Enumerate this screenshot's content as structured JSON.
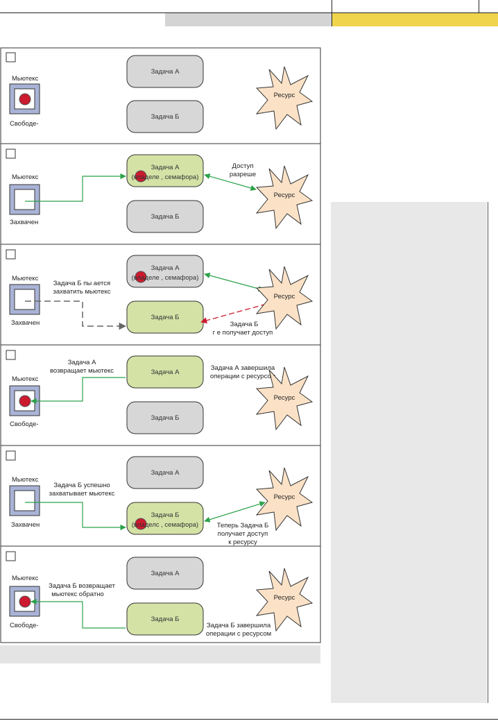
{
  "labels": {
    "mutex": "Мьютекс",
    "free": "Свободе-",
    "captured": "Захвачен",
    "captured_short": "Захвачен",
    "task_a": "Задача А",
    "task_a_gray": "Задача А",
    "task_b": "Задача Б",
    "task_b_gray": "Задача Б",
    "resource": "Ресурс",
    "task_a_captured": "Задача А",
    "task_b_captured": "Задача Б",
    "owner_note": "(владеле , семафора)",
    "owner_note_b": "(владелс , семафора)"
  },
  "annotations": {
    "p2_access": "Доступ",
    "p2_granted": "разреше",
    "p3_try1": "Задача Б пы ается",
    "p3_try2": "захватить мьютекс",
    "p3_noaccess1": "Задача Б",
    "p3_noaccess2": "г е получает доступ",
    "p4_return1": "Задача А",
    "p4_return2": "возвращает мьютекс",
    "p4_done1": "Задача А завершила",
    "p4_done2": "операции с ресурсом",
    "p5_take1": "Задача Б успешно",
    "p5_take2": "захватывает мьютекс",
    "p5_now1": "Теперь Задача Б",
    "p5_now2": "получает доступ",
    "p5_now3": "к ресурсу",
    "p6_return1": "Задача Б возвращает",
    "p6_return2": "мьютекс обратно",
    "p6_done1": "Задача Б завершила",
    "p6_done2": "операции с ресурсом"
  },
  "colors": {
    "gray_task": "#d7d7d7",
    "green_task": "#d4e2a6",
    "resource_fill": "#fbe2c7",
    "mutex_frame": "#a9b3d6",
    "token": "#cc1a2e",
    "arrow_green": "#2ca24a",
    "arrow_gray": "#666666",
    "arrow_red": "#cc1a2e"
  }
}
